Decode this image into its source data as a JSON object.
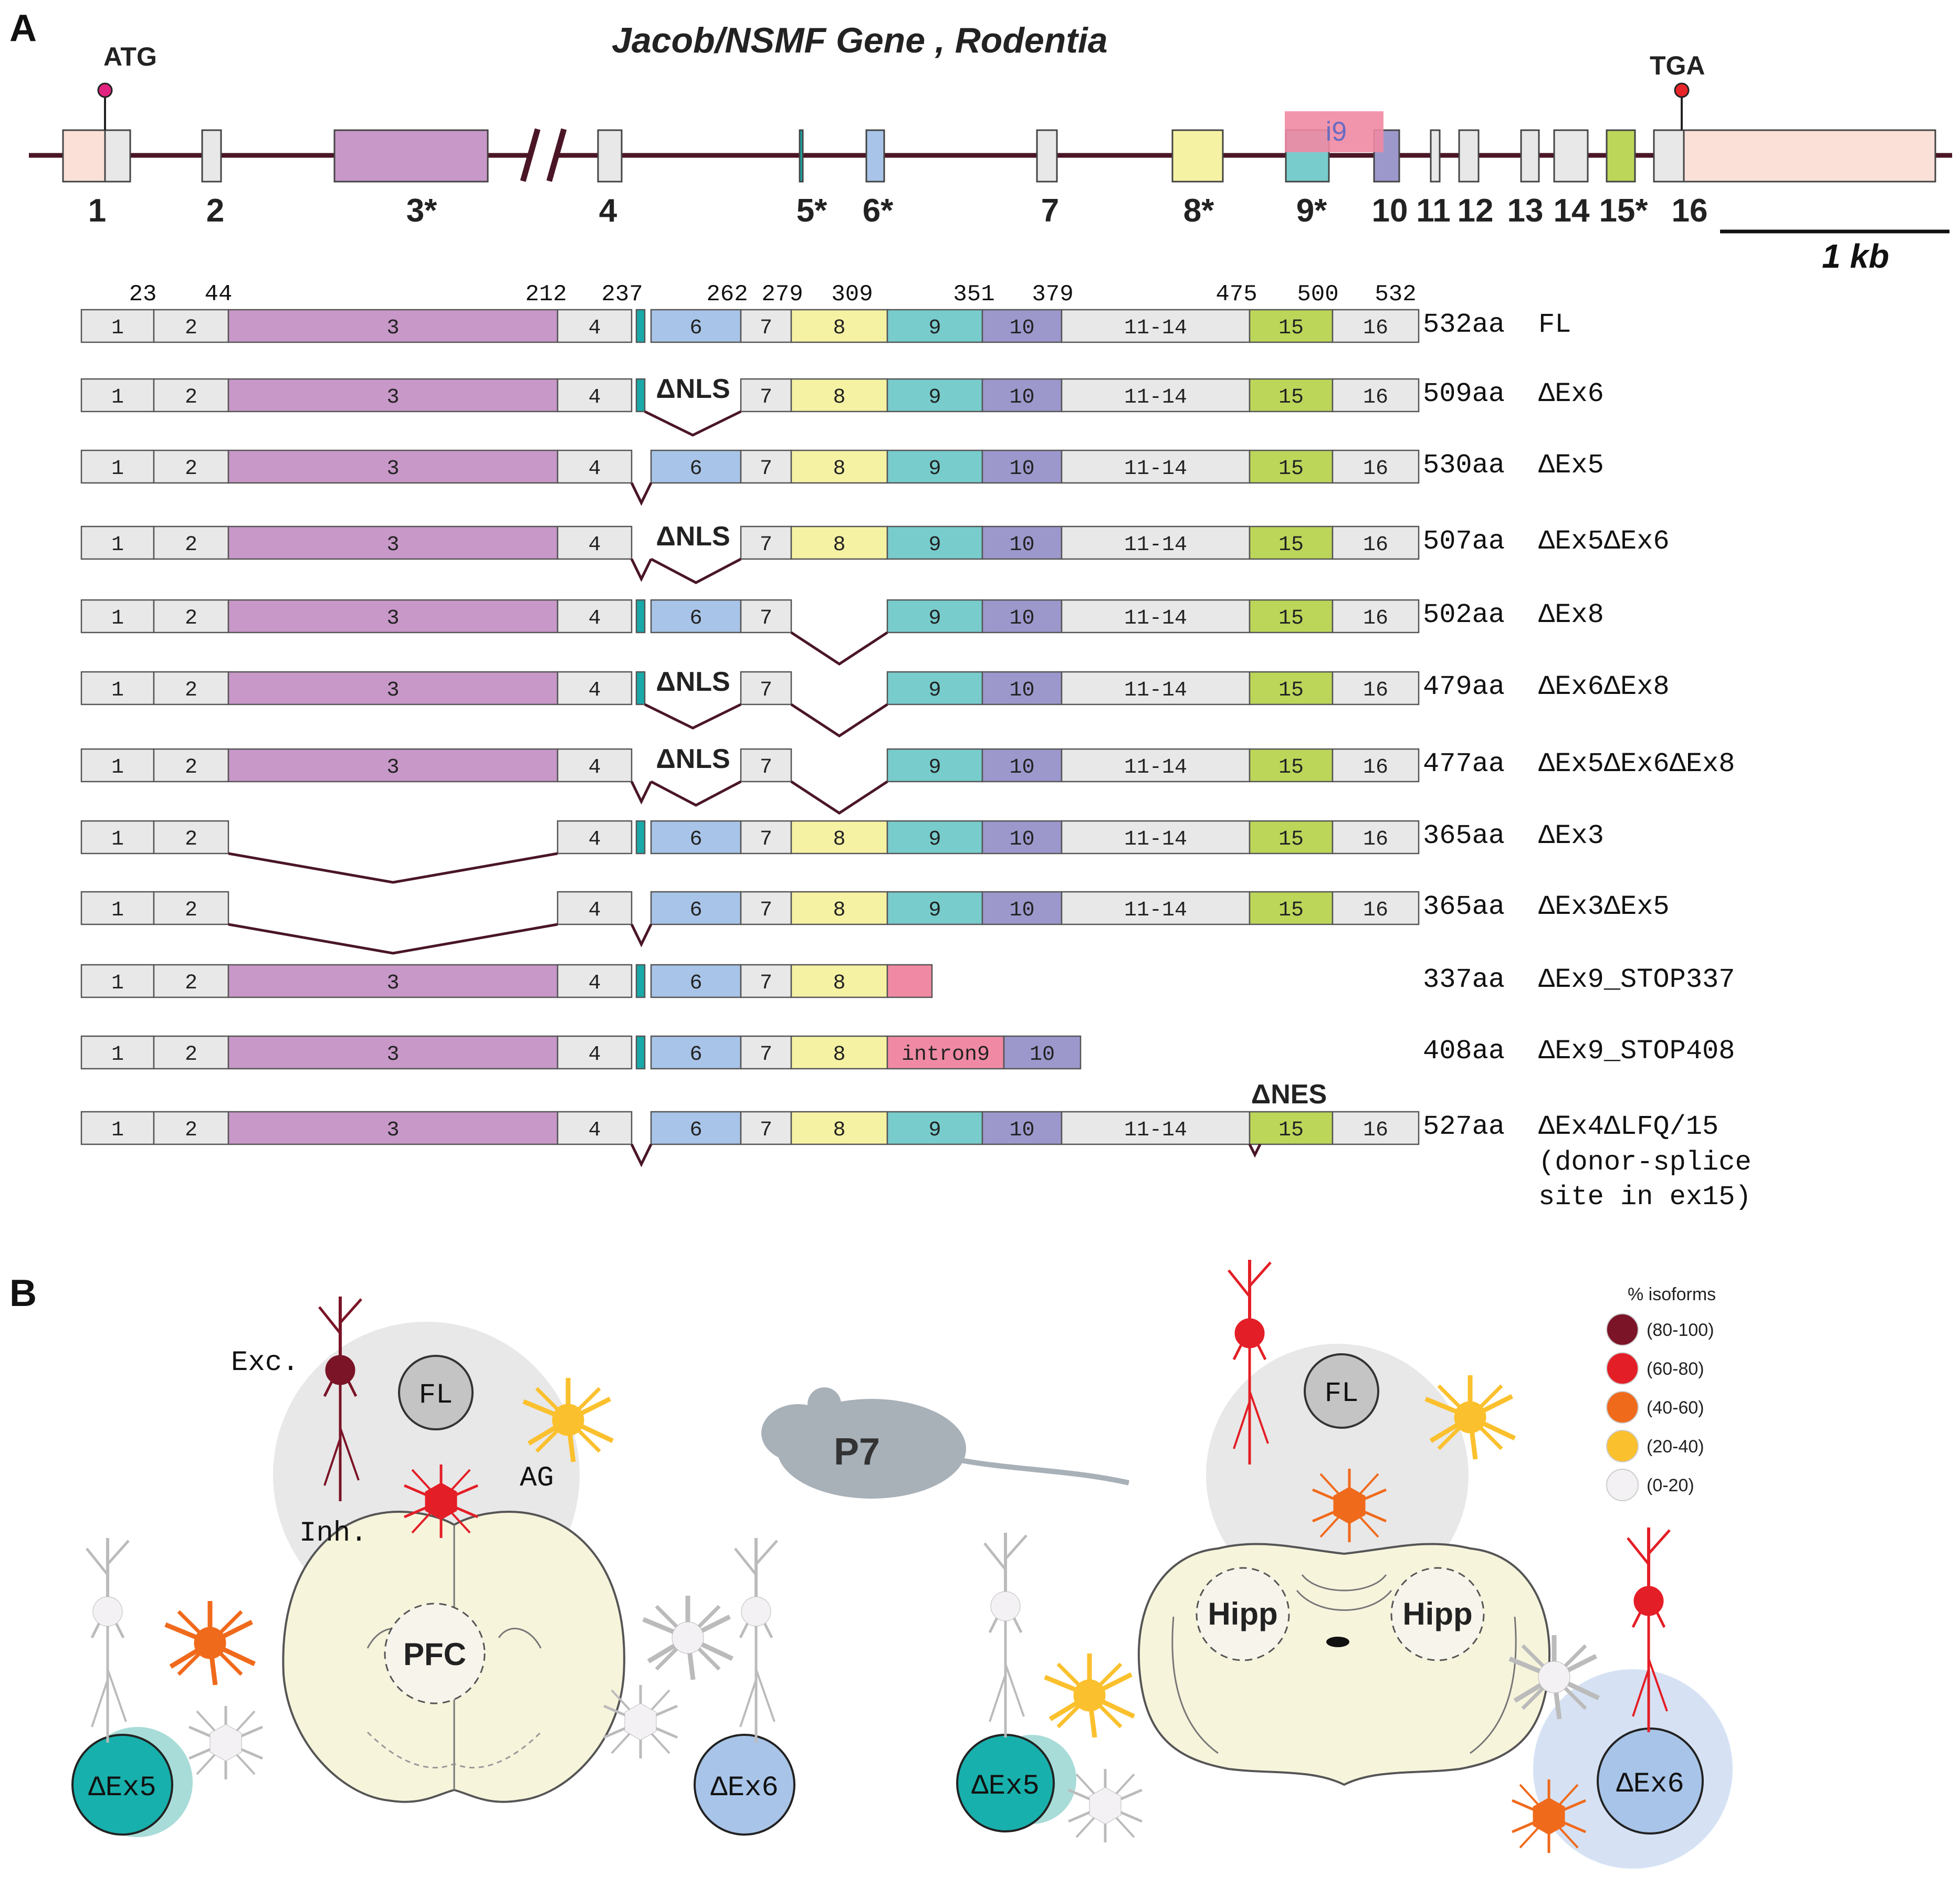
{
  "panel_a": {
    "letter": "A",
    "title": "Jacob/NSMF Gene , Rodentia",
    "start_codon": "ATG",
    "stop_codon": "TGA",
    "intron_label": "i9",
    "scale_label": "1 kb",
    "exon_labels": [
      "1",
      "2",
      "3*",
      "4",
      "5*",
      "6*",
      "7",
      "8*",
      "9*",
      "10",
      "11",
      "12",
      "13",
      "14",
      "15*",
      "16"
    ],
    "aa_positions": [
      "23",
      "44",
      "212",
      "237",
      "262",
      "279",
      "309",
      "351",
      "379",
      "475",
      "500",
      "532"
    ],
    "isoforms": [
      {
        "length": "532aa",
        "name": "FL"
      },
      {
        "length": "509aa",
        "name": "ΔEx6",
        "note": "ΔNLS"
      },
      {
        "length": "530aa",
        "name": "ΔEx5"
      },
      {
        "length": "507aa",
        "name": "ΔEx5ΔEx6",
        "note": "ΔNLS"
      },
      {
        "length": "502aa",
        "name": "ΔEx8"
      },
      {
        "length": "479aa",
        "name": "ΔEx6ΔEx8",
        "note": "ΔNLS"
      },
      {
        "length": "477aa",
        "name": "ΔEx5ΔEx6ΔEx8",
        "note": "ΔNLS"
      },
      {
        "length": "365aa",
        "name": "ΔEx3"
      },
      {
        "length": "365aa",
        "name": "ΔEx3ΔEx5"
      },
      {
        "length": "337aa",
        "name": "ΔEx9_STOP337"
      },
      {
        "length": "408aa",
        "name": "ΔEx9_STOP408",
        "intron_label": "intron9"
      },
      {
        "length": "527aa",
        "name": "ΔEx4ΔLFQ/15",
        "name_line2": "(donor-splice",
        "name_line3": "site in ex15)",
        "note": "ΔNES"
      }
    ]
  },
  "panel_b": {
    "letter": "B",
    "stage": "P7",
    "legend_title": "% isoforms",
    "legend": [
      {
        "label": "(80-100)",
        "color": "#7a1426"
      },
      {
        "label": "(60-80)",
        "color": "#e41e26"
      },
      {
        "label": "(40-60)",
        "color": "#f06a1c"
      },
      {
        "label": "(20-40)",
        "color": "#fbc02d"
      },
      {
        "label": "(0-20)",
        "color": "#f4f1f4"
      }
    ],
    "left_region": "PFC",
    "right_region": "Hipp",
    "right_region_2": "Hipp",
    "fl_label": "FL",
    "dex5_label": "ΔEx5",
    "dex6_label": "ΔEx6",
    "cell_labels": {
      "exc": "Exc.",
      "inh": "Inh.",
      "ag": "AG"
    }
  },
  "colors": {
    "line": "#4a1626",
    "exon_grey": "#e8e8e8",
    "exon3": "#c898c8",
    "exon5": "#1aa8a8",
    "exon6": "#a8c4e8",
    "exon8": "#f6f2a4",
    "exon9": "#78cccc",
    "exon10": "#9c98cc",
    "exon15": "#bcd65a",
    "utr": "#fbe0d8",
    "intron9": "#f08aa4"
  }
}
